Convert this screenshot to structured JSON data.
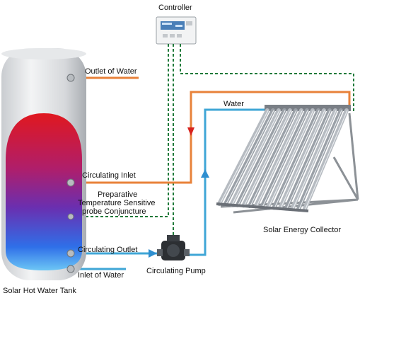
{
  "labels": {
    "controller": "Controller",
    "outlet_of_water": "Outlet of Water",
    "water": "Water",
    "circulating_inlet": "Circulating Inlet",
    "preparative_line1": "Preparative",
    "preparative_line2": "Temperature Sensitive",
    "preparative_line3": "probe Conjuncture",
    "solar_energy_collector": "Solar Energy Collector",
    "circulating_outlet": "Circulating Outlet",
    "inlet_of_water": "Inlet of Water",
    "circulating_pump": "Circulating Pump",
    "solar_hot_water_tank": "Solar Hot Water Tank"
  },
  "colors": {
    "hot_pipe": "#e8823a",
    "cold_pipe": "#3fa6d6",
    "signal_wire": "#1f7a3a",
    "arrow_hot": "#d8231e",
    "arrow_cold": "#2f8fd0"
  },
  "icons": {
    "controller": "controller-panel-icon",
    "pump": "circulating-pump-icon",
    "tank": "water-tank-icon",
    "collector": "solar-collector-icon"
  }
}
